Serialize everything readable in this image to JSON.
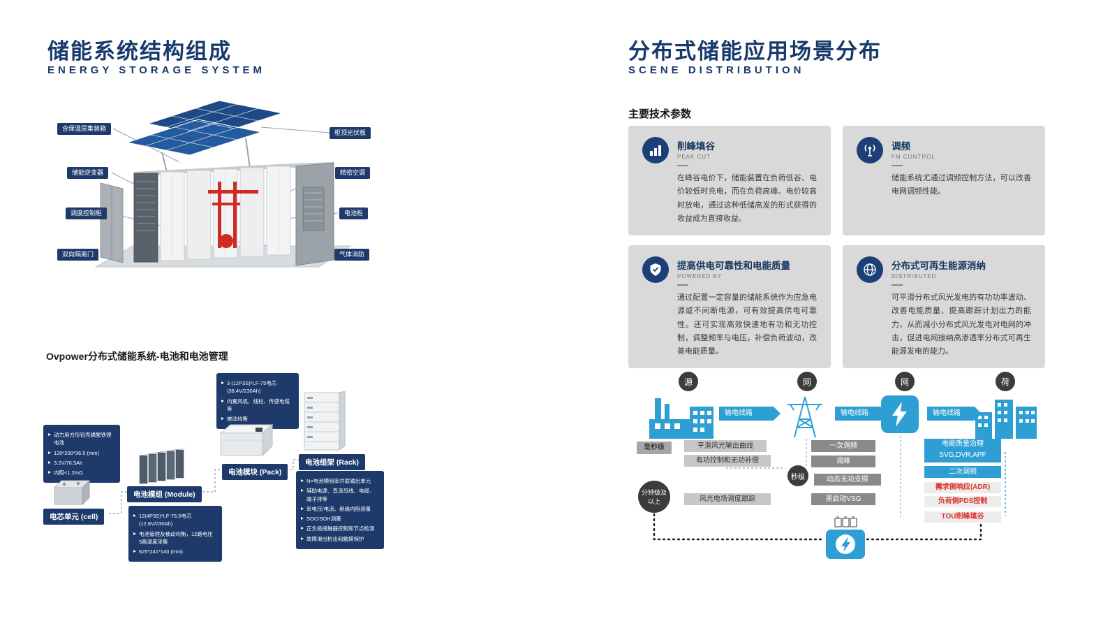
{
  "accent_colors": {
    "navy": "#1d3a6b",
    "blue": "#2e9fd4",
    "red": "#e03227",
    "card_gray": "#d9d9d9"
  },
  "left_page": {
    "title": "储能系统结构组成",
    "subtitle": "ENERGY STORAGE SYSTEM",
    "container_labels_left": [
      "含保温层集装箱",
      "储能逆变器",
      "调度控制柜",
      "双向隔离门"
    ],
    "container_labels_right": [
      "柜顶光伏板",
      "精密空调",
      "电池柜",
      "气体消防"
    ],
    "battery_section_title": "Ovpower分布式储能系统-电池和电池管理",
    "cell": {
      "label": "电芯单元 (cell)",
      "bullets": [
        "动力用方形铝壳磷酸铁锂电池",
        "130*200*36.5 (mm)",
        "3.2V/76.5Ah",
        "内阻<1.2mΩ"
      ]
    },
    "module": {
      "label": "电池模组 (Module)",
      "bullets": [
        "12(4P3S)*LF-76.5电芯 (12.8V/230Ah)",
        "电池管理及被动均衡，12路电压 5路温度采集",
        "625*241*140 (mm)"
      ]
    },
    "pack": {
      "label": "电池模块 (Pack)",
      "bullets": [
        "3 (12P3S)*LF-75电芯 (38.4V/230Ah)",
        "内置风机、线柱、传感电缆等",
        "被动均衡"
      ]
    },
    "rack": {
      "label": "电池组架 (Rack)",
      "bullets": [
        "N×电池模组串并联输出单元",
        "辅助电源、直流母线、电缆、端子排等",
        "串电压/电流、绝缘内阻测量",
        "SOC/SOH测量",
        "正负极接触器控制和节点检测",
        "故障滑出检出和触摸保护"
      ]
    }
  },
  "right_page": {
    "title": "分布式储能应用场景分布",
    "subtitle": "SCENE DISTRIBUTION",
    "params_heading": "主要技术参数",
    "cards": [
      {
        "title": "削峰填谷",
        "subtitle": "PEAK CUT",
        "icon": "bar-chart-icon",
        "text": "在峰谷电价下，储能装置在负荷低谷、电价较低时充电，而在负荷高峰、电价较高时放电，通过这种低储高发的形式获得的收益成为直接收益。"
      },
      {
        "title": "调频",
        "subtitle": "FM CONTROL",
        "icon": "broadcast-icon",
        "text": "储能系统尤通过调频控制方法，可以改善电网调频性能。"
      },
      {
        "title": "提高供电可靠性和电能质量",
        "subtitle": "POWERED BY",
        "icon": "shield-icon",
        "text": "通过配置一定容量的储能系统作为应急电源或不间断电源，可有效提高供电可靠性。还可实现高效快速地有功和无功控制，调整频率与电压，补偿负荷波动，改善电能质量。"
      },
      {
        "title": "分布式可再生能源消纳",
        "subtitle": "DISTRIBUTED",
        "icon": "globe-icon",
        "text": "可平滑分布式风光发电的有功功率波动、改善电能质量、提高跟踪计划出力的能力，从而减小分布式风光发电对电网的冲击，促进电网接纳高渗透率分布式可再生能源发电的能力。"
      }
    ],
    "flow": {
      "nodes": [
        "源",
        "网",
        "网",
        "荷"
      ],
      "link_labels": [
        "输电线路",
        "输电线路",
        "输电线路"
      ],
      "levels": [
        "毫秒级",
        "秒级",
        "分钟级及以上"
      ],
      "source_boxes": [
        "平滑风光输出曲线",
        "有功控制和无功补偿",
        "风光电场调度跟踪"
      ],
      "grid_boxes": [
        "一次调频",
        "调峰",
        "动态无功支撑",
        "黑启动VSG"
      ],
      "blue_boxes": [
        "电能质量治理 SVG,DVR,APF",
        "二次调频"
      ],
      "red_boxes": [
        "需求侧响应(ADR)",
        "负荷侧PDS控制",
        "TOU削峰填谷"
      ]
    }
  }
}
